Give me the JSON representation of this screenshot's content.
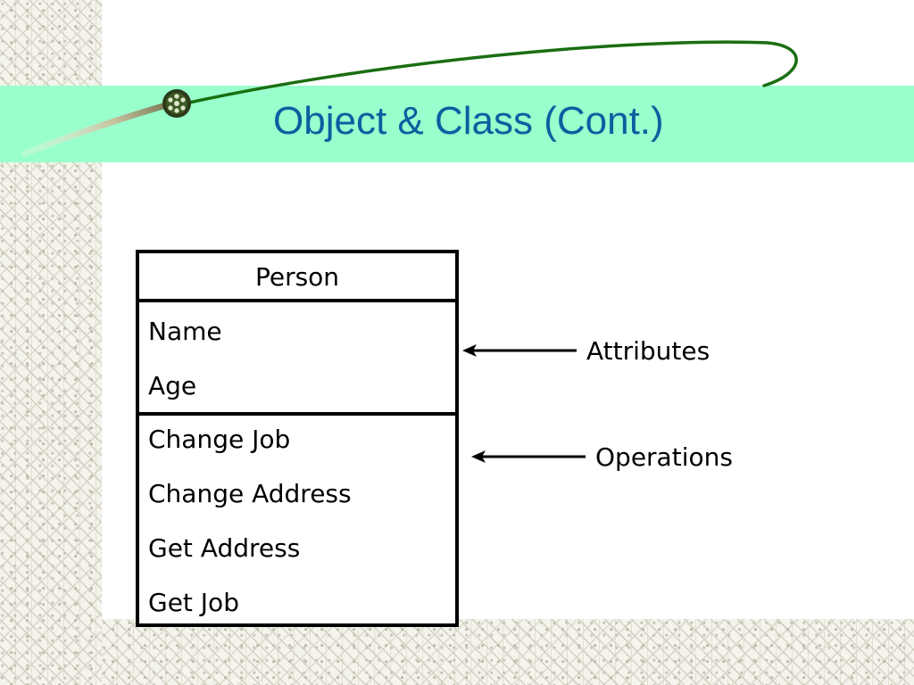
{
  "slide": {
    "title": "Object & Class (Cont.)"
  },
  "class_diagram": {
    "class_name": "Person",
    "attributes": [
      "Name",
      "Age"
    ],
    "operations": [
      "Change Job",
      "Change Address",
      "Get Address",
      "Get Job"
    ]
  },
  "callouts": {
    "attributes": "Attributes",
    "operations": "Operations"
  },
  "colors": {
    "title_text": "#0b5fa0",
    "title_band": "#99ffcc",
    "swoosh": "#1a6e12"
  }
}
